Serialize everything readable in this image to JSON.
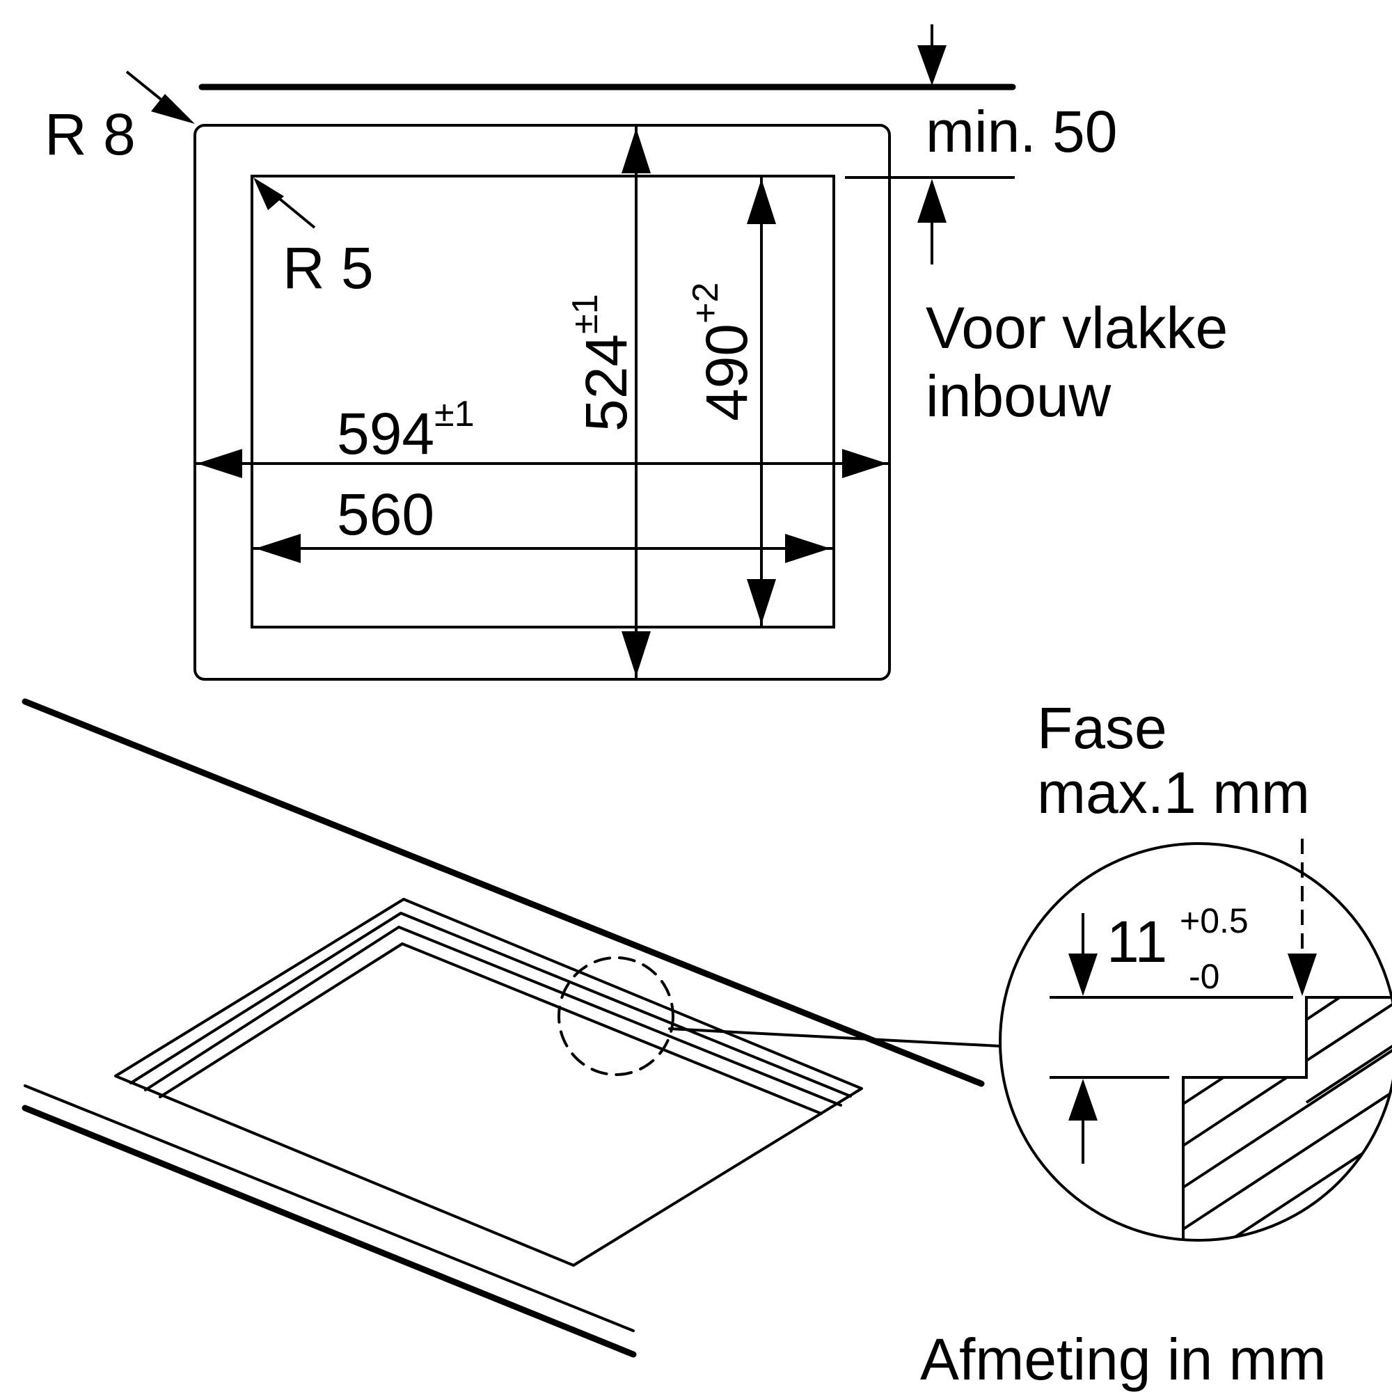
{
  "colors": {
    "line": "#000000",
    "background": "#ffffff"
  },
  "cutout": {
    "radius_outer": "R 8",
    "radius_inner": "R 5",
    "width_outer": "594",
    "width_outer_tol": "±1",
    "width_inner": "560",
    "depth_outer": "524",
    "depth_outer_tol": "±1",
    "depth_inner": "490",
    "depth_inner_tol": "+2",
    "min_distance": "min. 50",
    "note_line1": "Voor vlakke",
    "note_line2": "inbouw"
  },
  "detail": {
    "chamfer_line1": "Fase",
    "chamfer_line2": "max.1 mm",
    "depth": "11",
    "depth_tol_plus": "+0.5",
    "depth_tol_minus": "-0"
  },
  "footer": {
    "units": "Afmeting in mm"
  }
}
